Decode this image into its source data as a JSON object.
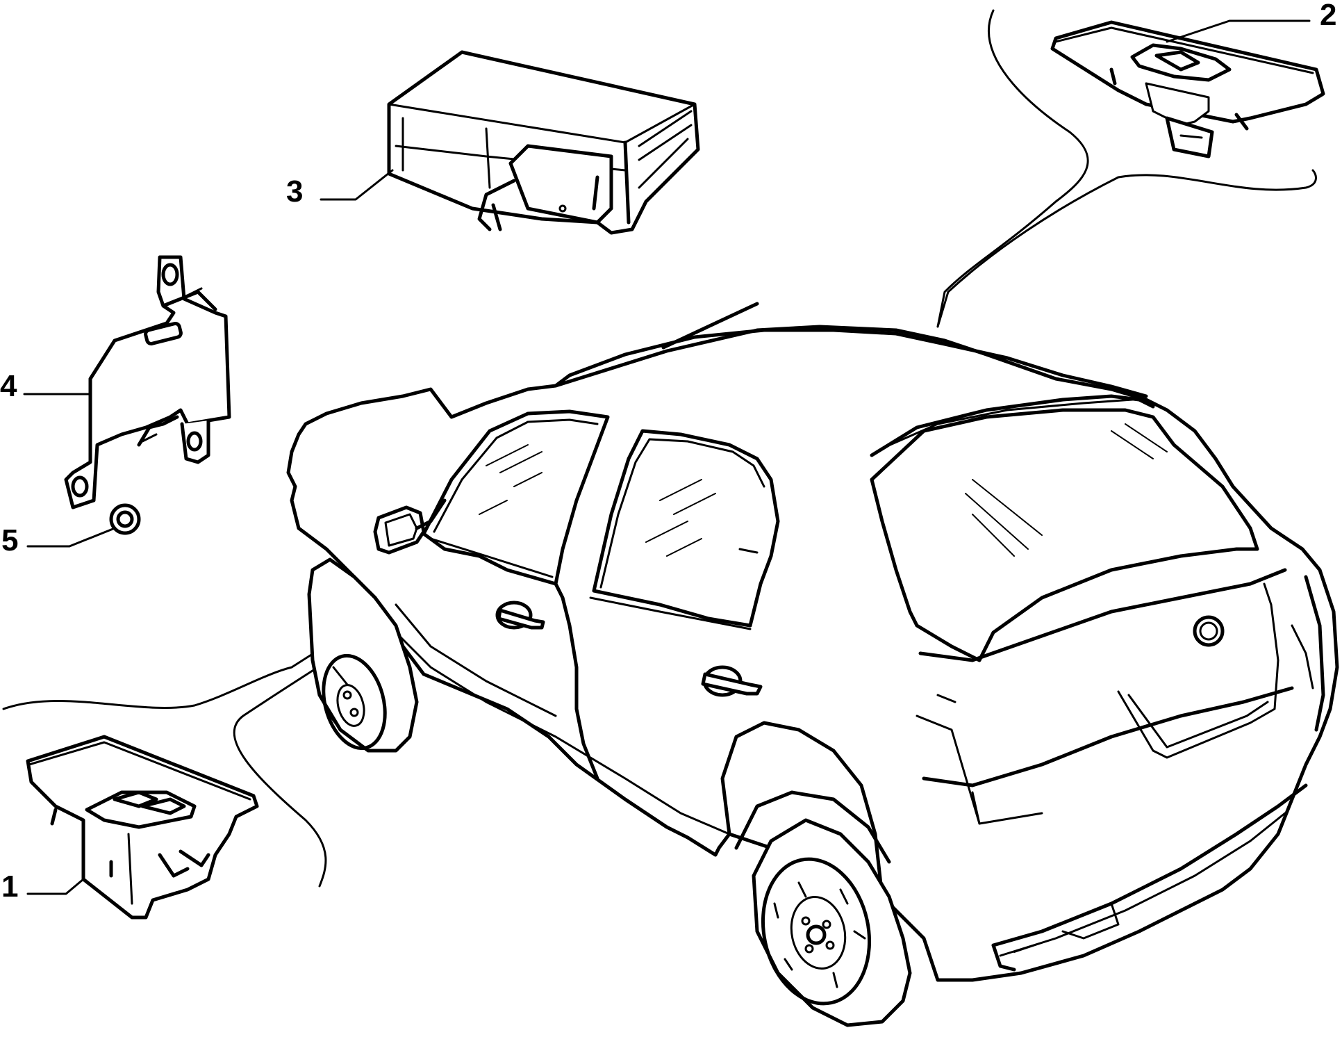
{
  "colors": {
    "ink": "#000000",
    "paper": "#ffffff"
  },
  "callouts": [
    {
      "id": "1",
      "label": "1"
    },
    {
      "id": "2",
      "label": "2"
    },
    {
      "id": "3",
      "label": "3"
    },
    {
      "id": "4",
      "label": "4"
    },
    {
      "id": "5",
      "label": "5"
    }
  ]
}
